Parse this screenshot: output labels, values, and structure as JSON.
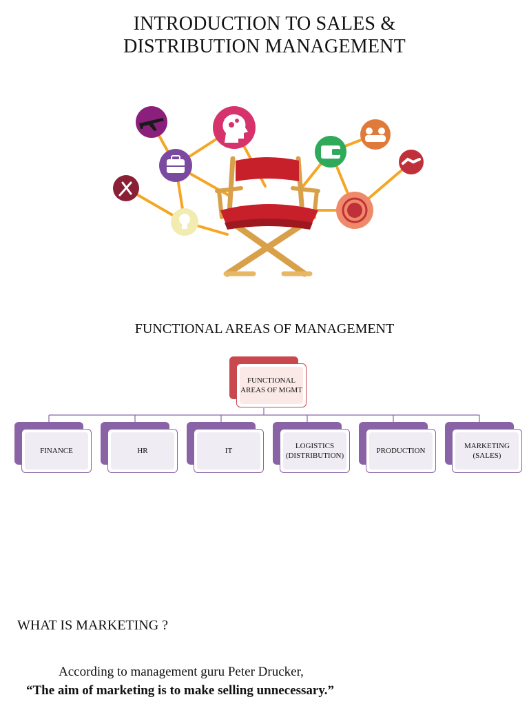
{
  "document": {
    "title_line1": "INTRODUCTION TO SALES &",
    "title_line2": "DISTRIBUTION MANAGEMENT"
  },
  "illustration": {
    "icons": [
      "airplane-icon",
      "brain-gears-icon",
      "briefcase-icon",
      "plug-cable-icon",
      "lightbulb-icon",
      "wallet-icon",
      "team-icon",
      "handshake-icon",
      "support-headset-icon",
      "director-chair-icon"
    ],
    "colors": {
      "purple": "#8b1f7c",
      "pink": "#d6336c",
      "violet": "#7a4aa0",
      "maroon": "#8a2036",
      "pale_yellow": "#f2ecb0",
      "green": "#2eaa5a",
      "orange": "#e07a3a",
      "red": "#c0303a",
      "salmon": "#ee8a6a",
      "line_orange": "#f5a623",
      "chair_red": "#c8202a",
      "chair_wood": "#e0a94a"
    }
  },
  "functional_areas": {
    "heading": "FUNCTIONAL AREAS OF MANAGEMENT",
    "root": {
      "line1": "FUNCTIONAL",
      "line2": "AREAS OF MGMT"
    },
    "children": [
      {
        "line1": "FINANCE",
        "line2": ""
      },
      {
        "line1": "HR",
        "line2": ""
      },
      {
        "line1": "IT",
        "line2": ""
      },
      {
        "line1": "LOGISTICS",
        "line2": "(DISTRIBUTION)"
      },
      {
        "line1": "PRODUCTION",
        "line2": ""
      },
      {
        "line1": "MARKETING",
        "line2": "(SALES)"
      }
    ],
    "colors": {
      "root": "#c9484e",
      "leaf": "#8a63a6",
      "connector": "#8a63a6"
    }
  },
  "marketing": {
    "heading": "WHAT IS MARKETING ?",
    "intro": "According to management guru Peter Drucker,",
    "quote": "“The aim of marketing is to make selling unnecessary.”"
  }
}
